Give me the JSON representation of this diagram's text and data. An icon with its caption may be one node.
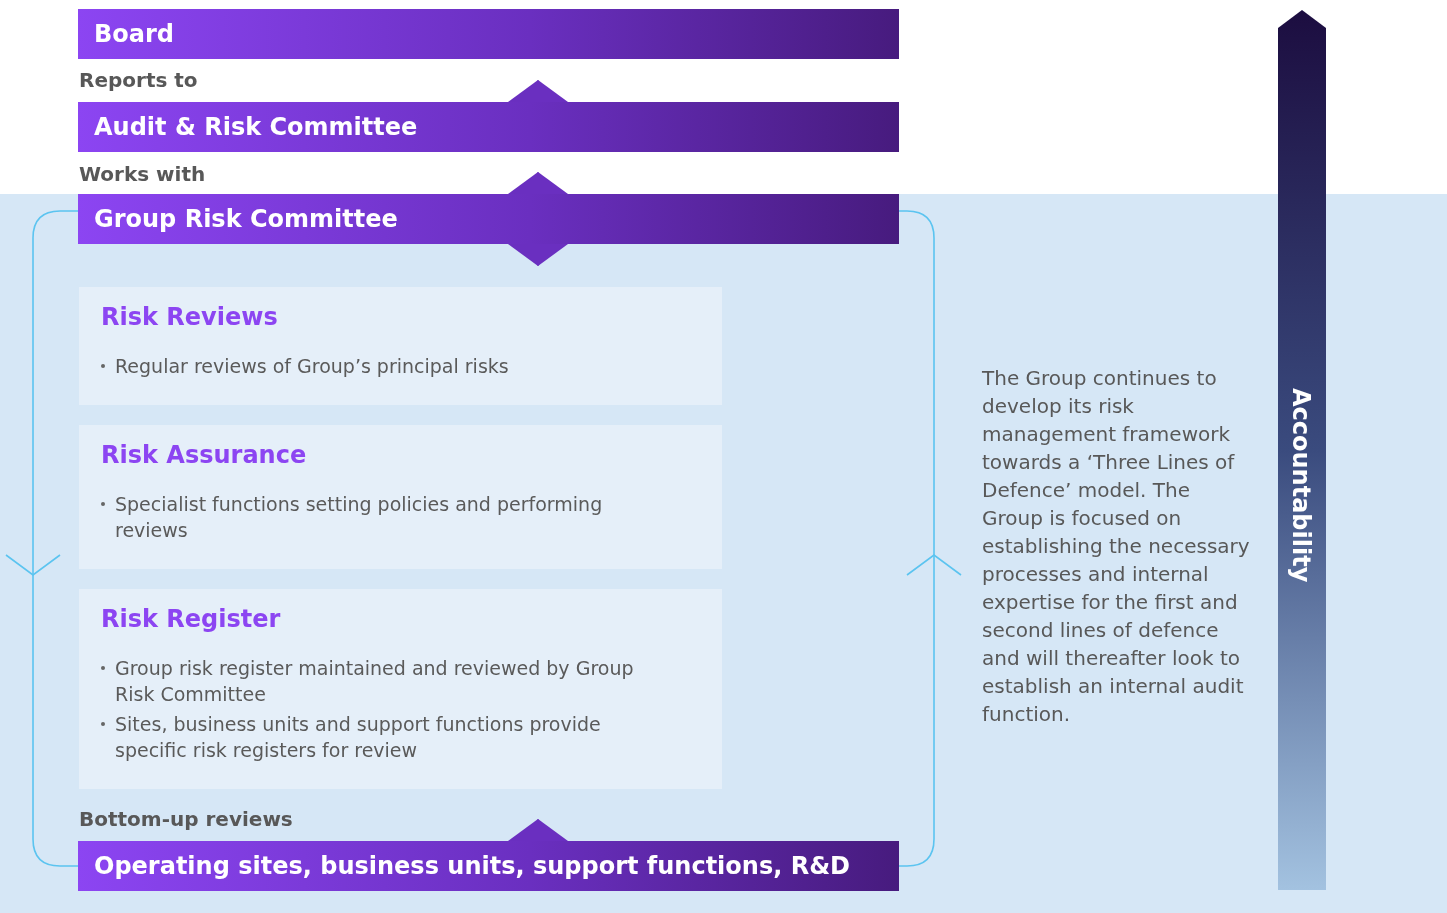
{
  "diagram": {
    "nodes": [
      {
        "text": [
          "Board"
        ]
      },
      {
        "text": [
          "Audit & Risk Committee"
        ]
      },
      {
        "text": [
          "Group Risk Committee"
        ]
      },
      {
        "text": [
          "Risk Reviews",
          "Regular reviews of Group’s principal risks"
        ]
      },
      {
        "text": [
          "Risk Assurance",
          "Specialist functions setting policies and performing reviews"
        ]
      },
      {
        "text": [
          "Risk Register",
          "Group risk register maintained and reviewed by Group Risk Committee",
          "Sites, business units and support functions provide specific risk registers for review"
        ]
      },
      {
        "text": [
          "Operating sites, business units, support functions, R&D"
        ]
      }
    ],
    "edges": [
      {
        "from": 1,
        "to": 0,
        "arrow": "to"
      },
      {
        "from": 2,
        "to": 1,
        "arrow": "to"
      },
      {
        "from": 2,
        "to": 3,
        "arrow": "to"
      },
      {
        "from": 6,
        "to": 5,
        "arrow": "to"
      },
      {
        "from": 2,
        "to": 6,
        "arrow": "to",
        "color": "#5bc4f0"
      },
      {
        "from": 6,
        "to": 2,
        "arrow": "to",
        "color": "#5bc4f0"
      }
    ],
    "labels": [
      "Reports to",
      "Works with",
      "The Group continues to develop its risk management framework towards a ‘Three Lines of Defence’ model. The Group is focused on establishing the necessary processes and internal expertise for the first and second lines of defence and will thereafter look to establish an internal audit function.",
      "Bottom-up reviews",
      "Accountability"
    ]
  }
}
